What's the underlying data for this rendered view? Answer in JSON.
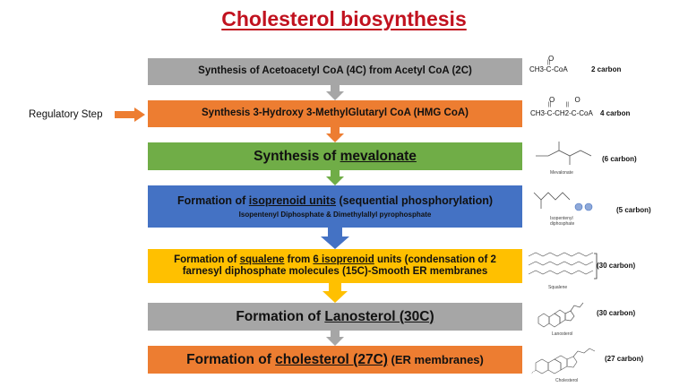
{
  "title": "Cholesterol biosynthesis",
  "regulatory_label": "Regulatory Step",
  "steps": [
    {
      "pre": "Synthesis of Acetoacetyl CoA (4C) from Acetyl CoA (2C)",
      "u": "",
      "post": "",
      "line2": "",
      "sub": "",
      "note": "2 carbon",
      "color": "#a6a6a6"
    },
    {
      "pre": "Synthesis 3-Hydroxy 3-MethylGlutaryl CoA (HMG CoA)",
      "u": "",
      "post": "",
      "line2": "",
      "sub": "",
      "note": "4 carbon",
      "color": "#ed7d31"
    },
    {
      "pre": "Synthesis of ",
      "u": "mevalonate",
      "post": "",
      "line2": "",
      "sub": "",
      "note": "(6 carbon)",
      "color": "#70ad47"
    },
    {
      "pre": "Formation of ",
      "u": "isoprenoid units",
      "post": " (sequential phosphorylation)",
      "line2": "",
      "sub": "Isopentenyl Diphosphate & Dimethylallyl pyrophosphate",
      "note": "(5 carbon)",
      "color": "#4472c4"
    },
    {
      "pre": "Formation of ",
      "u": "squalene",
      "post": " from ",
      "u2": "6 isoprenoid",
      "post2": " units (condensation of 2",
      "line2": "farnesyl diphosphate molecules (15C)-Smooth ER membranes",
      "sub": "",
      "note": "(30 carbon)",
      "color": "#ffc000"
    },
    {
      "pre": "Formation of ",
      "u": "Lanosterol (30C)",
      "post": "",
      "line2": "",
      "sub": "",
      "note": "(30 carbon)",
      "color": "#a6a6a6"
    },
    {
      "pre": "Formation of ",
      "u": "cholesterol (27C)",
      "post": " (ER membranes)",
      "line2": "",
      "sub": "",
      "note": "(27 carbon)",
      "color": "#ed7d31"
    }
  ],
  "formulas": {
    "acetyl_top": "O",
    "acetyl_bond": "||",
    "acetyl": "CH3-C-CoA",
    "acetoacetyl_top": "O          O",
    "acetoacetyl_bond": "||          ||",
    "acetoacetyl": "CH3-C-CH2-C-CoA"
  },
  "molecule_labels": {
    "mevalonate": "Mevalonate",
    "isopentenyl": "Isopentenyl\ndiphosphate",
    "squalene": "Squalene",
    "lanosterol": "Lanosterol",
    "cholesterol": "Cholesterol"
  },
  "colors": {
    "title": "#c1121f",
    "arrow_gray": "#a6a6a6",
    "arrow_orange": "#ed7d31",
    "arrow_green": "#70ad47",
    "arrow_blue": "#4472c4",
    "arrow_yellow": "#ffc000"
  }
}
